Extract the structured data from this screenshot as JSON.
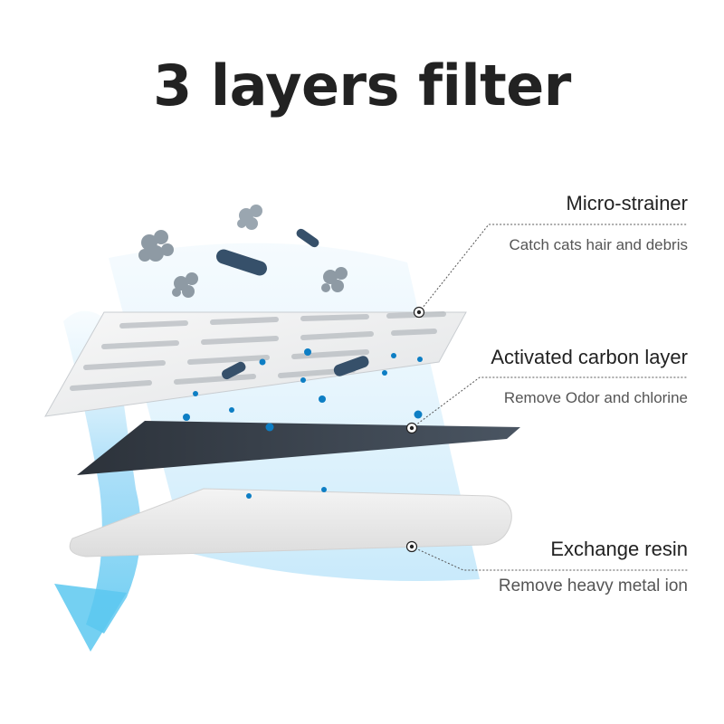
{
  "title": "3 layers filter",
  "colors": {
    "title_text": "#222222",
    "water_flow": "#5cc8f0",
    "carbon_layer": "#3c4450",
    "resin_layer": "#ececec",
    "particle": "#0d7ec4",
    "debris": "#8e9aa4",
    "bacteria": "#36506a"
  },
  "layers": [
    {
      "name": "Micro-strainer",
      "description": "Catch cats hair and debris",
      "icon": "filter-mesh"
    },
    {
      "name": "Activated carbon layer",
      "description": "Remove Odor and chlorine",
      "icon": "carbon-pad"
    },
    {
      "name": "Exchange resin",
      "description": "Remove heavy metal ion",
      "icon": "resin-pad"
    }
  ]
}
